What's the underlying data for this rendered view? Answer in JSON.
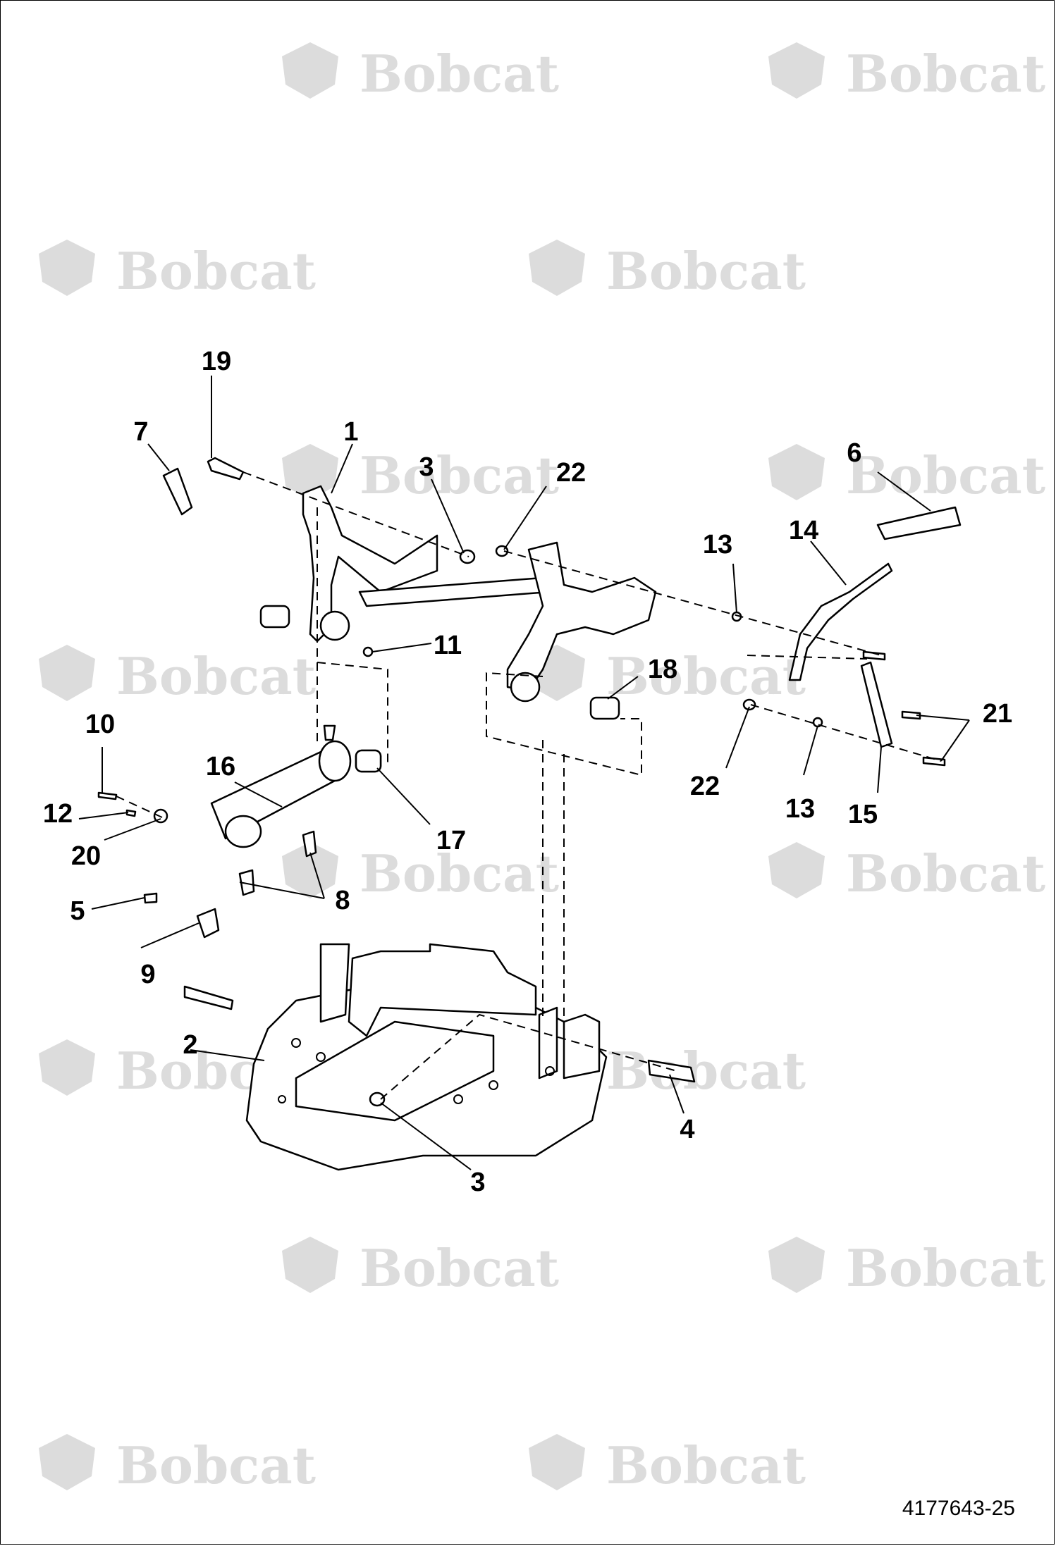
{
  "watermark": {
    "text": "Bobcat",
    "registered_mark": "®",
    "color": "#dcdcdc"
  },
  "diagram": {
    "title": "",
    "drawing_number": "4177643-25",
    "callouts": [
      {
        "id": "c1",
        "label": "1"
      },
      {
        "id": "c2",
        "label": "2"
      },
      {
        "id": "c3a",
        "label": "3"
      },
      {
        "id": "c3b",
        "label": "3"
      },
      {
        "id": "c4",
        "label": "4"
      },
      {
        "id": "c5",
        "label": "5"
      },
      {
        "id": "c6",
        "label": "6"
      },
      {
        "id": "c7",
        "label": "7"
      },
      {
        "id": "c8",
        "label": "8"
      },
      {
        "id": "c9",
        "label": "9"
      },
      {
        "id": "c10",
        "label": "10"
      },
      {
        "id": "c11",
        "label": "11"
      },
      {
        "id": "c12",
        "label": "12"
      },
      {
        "id": "c13a",
        "label": "13"
      },
      {
        "id": "c13b",
        "label": "13"
      },
      {
        "id": "c14",
        "label": "14"
      },
      {
        "id": "c15",
        "label": "15"
      },
      {
        "id": "c16",
        "label": "16"
      },
      {
        "id": "c17",
        "label": "17"
      },
      {
        "id": "c18",
        "label": "18"
      },
      {
        "id": "c19",
        "label": "19"
      },
      {
        "id": "c20",
        "label": "20"
      },
      {
        "id": "c21",
        "label": "21"
      },
      {
        "id": "c22a",
        "label": "22"
      },
      {
        "id": "c22b",
        "label": "22"
      }
    ]
  }
}
